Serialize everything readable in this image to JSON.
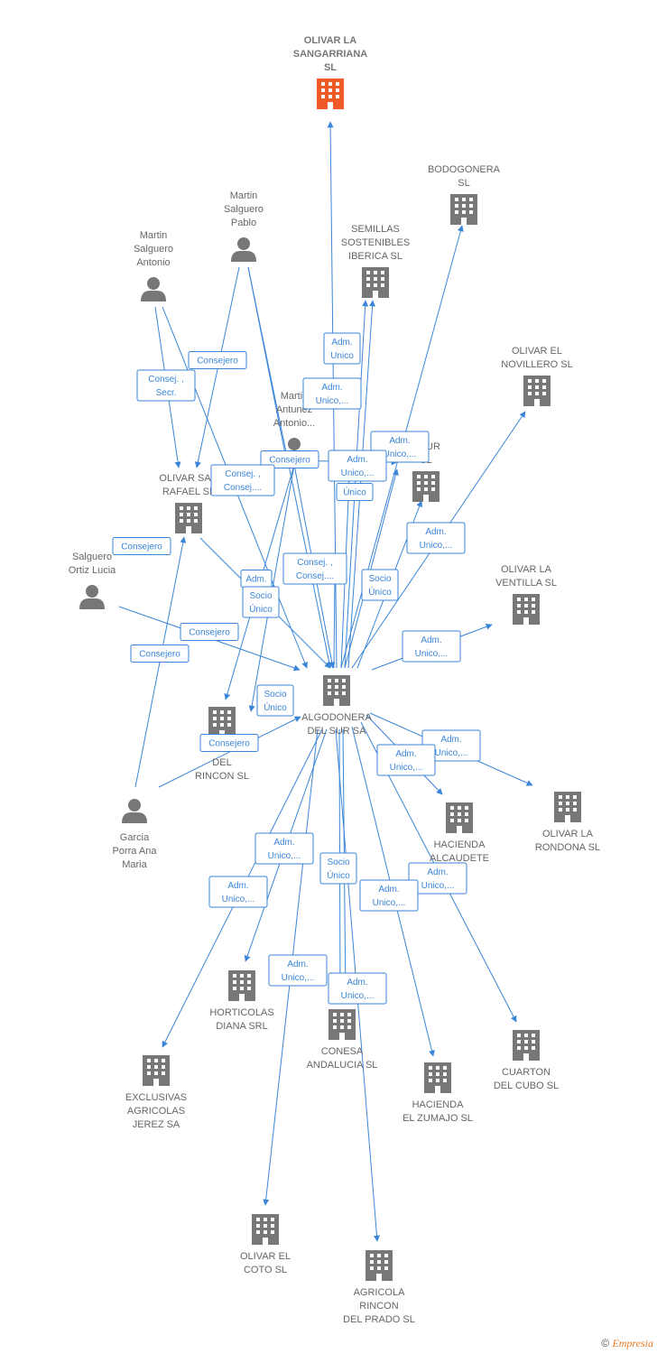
{
  "colors": {
    "edge": "#3a85d8",
    "company": "#777777",
    "highlight": "#f05a28",
    "person": "#777777"
  },
  "nodes": [
    {
      "id": "olivar_sangarriana",
      "type": "company",
      "highlight": true,
      "lines": [
        "OLIVAR LA",
        "SANGARRIANA",
        "SL"
      ]
    },
    {
      "id": "bodogonera",
      "type": "company",
      "lines": [
        "BODOGONERA",
        "SL"
      ]
    },
    {
      "id": "semillas",
      "type": "company",
      "lines": [
        "SEMILLAS",
        "SOSTENIBLES",
        "IBERICA SL"
      ]
    },
    {
      "id": "olivar_novillero",
      "type": "company",
      "lines": [
        "OLIVAR EL",
        "NOVILLERO  SL"
      ]
    },
    {
      "id": "martin_pablo",
      "type": "person",
      "lines": [
        "Martin",
        "Salguero",
        "Pablo"
      ]
    },
    {
      "id": "martin_antonio",
      "type": "person",
      "lines": [
        "Martin",
        "Salguero",
        "Antonio"
      ]
    },
    {
      "id": "martin_antunez",
      "type": "person",
      "lines": [
        "Martin",
        "Antunez",
        "Antonio..."
      ]
    },
    {
      "id": "olivar_san_rafael",
      "type": "company",
      "lines": [
        "OLIVAR SAN",
        "RAFAEL  SL"
      ]
    },
    {
      "id": "osur",
      "type": "company",
      "lines": [
        "OSUR",
        "SL"
      ]
    },
    {
      "id": "salguero_lucia",
      "type": "person",
      "lines": [
        "Salguero",
        "Ortiz Lucia"
      ]
    },
    {
      "id": "olivar_ventilla",
      "type": "company",
      "lines": [
        "OLIVAR LA",
        "VENTILLA  SL"
      ]
    },
    {
      "id": "algodonera",
      "type": "company",
      "main": true,
      "lines": [
        "ALGODONERA",
        "DEL SUR SA"
      ]
    },
    {
      "id": "dehesa_rincon",
      "type": "company",
      "lines": [
        "DEHESA",
        "DEL",
        "RINCON  SL"
      ]
    },
    {
      "id": "garcia",
      "type": "person",
      "lines": [
        "Garcia",
        "Porra Ana",
        "Maria"
      ]
    },
    {
      "id": "hacienda_alcaudete",
      "type": "company",
      "lines": [
        "HACIENDA",
        "ALCAUDETE",
        "SL"
      ]
    },
    {
      "id": "olivar_rondona",
      "type": "company",
      "lines": [
        "OLIVAR LA",
        "RONDONA  SL"
      ]
    },
    {
      "id": "horticolas",
      "type": "company",
      "lines": [
        "HORTICOLAS",
        "DIANA SRL"
      ]
    },
    {
      "id": "conesa",
      "type": "company",
      "lines": [
        "CONESA",
        "ANDALUCIA  SL"
      ]
    },
    {
      "id": "cuarton",
      "type": "company",
      "lines": [
        "CUARTON",
        "DEL CUBO SL"
      ]
    },
    {
      "id": "exclusivas",
      "type": "company",
      "lines": [
        "EXCLUSIVAS",
        "AGRICOLAS",
        "JEREZ SA"
      ]
    },
    {
      "id": "hacienda_zumajo",
      "type": "company",
      "lines": [
        "HACIENDA",
        "EL ZUMAJO  SL"
      ]
    },
    {
      "id": "olivar_coto",
      "type": "company",
      "lines": [
        "OLIVAR EL",
        "COTO  SL"
      ]
    },
    {
      "id": "agricola_rincon",
      "type": "company",
      "lines": [
        "AGRICOLA",
        "RINCON",
        "DEL PRADO SL"
      ]
    }
  ],
  "edge_labels": [
    {
      "id": "el1",
      "lines": [
        "Adm.",
        "Unico"
      ]
    },
    {
      "id": "el2",
      "lines": [
        "Adm.",
        "Unico,..."
      ]
    },
    {
      "id": "el3",
      "lines": [
        "Consejero"
      ]
    },
    {
      "id": "el4",
      "lines": [
        "Consej. ,",
        "Secr."
      ]
    },
    {
      "id": "el5",
      "lines": [
        "Consejero"
      ]
    },
    {
      "id": "el6",
      "lines": [
        "Adm.",
        "Unico,..."
      ]
    },
    {
      "id": "el7",
      "lines": [
        "Adm.",
        "Unico,..."
      ]
    },
    {
      "id": "el8",
      "lines": [
        "Único"
      ]
    },
    {
      "id": "el9",
      "lines": [
        "Consej. ,",
        "Consej...."
      ]
    },
    {
      "id": "el10",
      "lines": [
        "Consejero"
      ]
    },
    {
      "id": "el11",
      "lines": [
        "Adm.",
        "Unico,..."
      ]
    },
    {
      "id": "el12",
      "lines": [
        "Consej. ,",
        "Consej...."
      ]
    },
    {
      "id": "el13",
      "lines": [
        "Adm."
      ]
    },
    {
      "id": "el14",
      "lines": [
        "Socio",
        "Único"
      ]
    },
    {
      "id": "el15",
      "lines": [
        "Socio",
        "Único"
      ]
    },
    {
      "id": "el16",
      "lines": [
        "Consejero"
      ]
    },
    {
      "id": "el17",
      "lines": [
        "Consejero"
      ]
    },
    {
      "id": "el18",
      "lines": [
        "Adm.",
        "Unico,..."
      ]
    },
    {
      "id": "el19",
      "lines": [
        "Socio",
        "Único"
      ]
    },
    {
      "id": "el20",
      "lines": [
        "Consejero"
      ]
    },
    {
      "id": "el21",
      "lines": [
        "Adm.",
        "Unico,..."
      ]
    },
    {
      "id": "el22",
      "lines": [
        "Adm.",
        "Unico,..."
      ]
    },
    {
      "id": "el23",
      "lines": [
        "Adm.",
        "Unico,..."
      ]
    },
    {
      "id": "el24",
      "lines": [
        "Adm.",
        "Unico,..."
      ]
    },
    {
      "id": "el25",
      "lines": [
        "Socio",
        "Único"
      ]
    },
    {
      "id": "el26",
      "lines": [
        "Adm.",
        "Unico,..."
      ]
    },
    {
      "id": "el27",
      "lines": [
        "Adm.",
        "Unico,..."
      ]
    },
    {
      "id": "el28",
      "lines": [
        "Adm.",
        "Unico,..."
      ]
    },
    {
      "id": "el29",
      "lines": [
        "Adm.",
        "Unico,..."
      ]
    }
  ],
  "footer": {
    "copyright": "©",
    "brand": "Empresia"
  }
}
